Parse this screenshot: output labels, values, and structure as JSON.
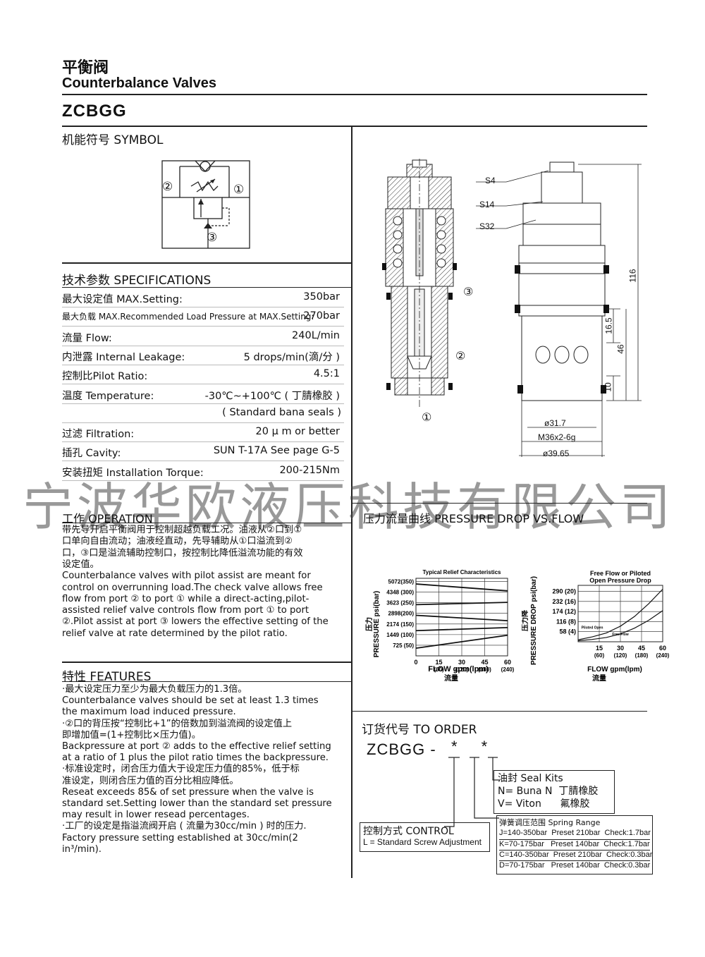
{
  "header": {
    "title_cn": "平衡阀",
    "title_en": "Counterbalance Valves",
    "model": "ZCBGG"
  },
  "symbol": {
    "heading": "机能符号 SYMBOL",
    "port1": "①",
    "port2": "②",
    "port3": "③"
  },
  "specs": {
    "heading": "技术参数 SPECIFICATIONS",
    "rows": [
      {
        "label": "最大设定值 MAX.Setting:",
        "value": "350bar"
      },
      {
        "label": "最大负载 MAX.Recommended Load Pressure at MAX.Setting:",
        "value": "270bar"
      },
      {
        "label": "流量 Flow:",
        "value": "240L/min"
      },
      {
        "label": "内泄露 Internal Leakage:",
        "value": "5 drops/min(滴/分 )"
      },
      {
        "label": "控制比Pilot Ratio:",
        "value": "4.5:1"
      },
      {
        "label": "温度 Temperature:",
        "value": "-30℃~+100℃ ( 丁腈橡胶 )"
      },
      {
        "label": "",
        "value": "( Standard bana seals )"
      },
      {
        "label": "过滤 Filtration:",
        "value": "20 μ m or better"
      },
      {
        "label": "插孔 Cavity:",
        "value": "SUN  T-17A See page G-5"
      },
      {
        "label": "安装扭矩 Installation Torque:",
        "value": "200-215Nm"
      }
    ]
  },
  "watermark": "宁波华欧液压科技有限公司",
  "operation": {
    "heading": "工作 OPERATION",
    "lines": [
      "带先导开启平衡阀用于控制超越负载工况。油液从②口到①",
      "口单向自由流动；油液经直动，先导辅助从①口溢流到②",
      "口，③口是溢流辅助控制口，按控制比降低溢流功能的有效",
      "设定值。",
      "Counterbalance valves with pilot assist are meant for",
      "control on overrunning load.The check valve allows free",
      "flow from port ② to port ①  while a direct-acting,pilot-",
      "assisted relief valve controls flow from port  ①  to port",
      "②.Pilot assist at port ③ lowers the effective setting of the",
      "relief valve at rate determined by the pilot ratio."
    ]
  },
  "features": {
    "heading": "特性 FEATURES",
    "lines": [
      "·最大设定压力至少为最大负载压力的1.3倍。",
      "Counterbalance valves should be set at least 1.3 times",
      "the maximum load induced pressure.",
      "·②口的背压按“控制比+1”的倍数加到溢流阀的设定值上",
      "即增加值=(1+控制比×压力值)。",
      "Backpressure at port ② adds to the effective relief setting",
      "at a ratio of 1 plus the pilot ratio times the backpressure.",
      "·标准设定时，闭合压力值大于设定压力值的85%，低于标",
      "准设定，则闭合压力值的百分比相应降低。",
      "Reseat exceeds 85& of set pressure when the valve is",
      "standard set.Setting lower than the standard set pressure",
      "may result in lower resead percentages.",
      "·工厂的设定是指溢流阀开启 ( 流量为30cc/min ) 时的压力.",
      "Factory  pressure  setting  established  at  30cc/min(2",
      "in³/min)."
    ]
  },
  "drawing": {
    "labels": [
      "S4",
      "S14",
      "S32",
      "116",
      "16.5",
      "46",
      "10",
      "ø31.7",
      "M36x2-6g",
      "ø39.65"
    ],
    "ports": [
      "③",
      "②",
      "①"
    ]
  },
  "pressure_drop": {
    "heading": "压力流量曲线 PRESSURE DROP VS.FLOW"
  },
  "chart_data": [
    {
      "type": "line",
      "title": "Typical Relief Characteristics",
      "ylabel_cn": "压力",
      "ylabel": "PRESSURE   psi(bar)",
      "xlabel": "FLOW gpm(lpm)",
      "xlabel_cn": "流量",
      "x_ticks": [
        "0",
        "15\n(60)",
        "30\n(120)",
        "45\n(180)",
        "60\n(240)"
      ],
      "y_ticks": [
        "725 (50)",
        "1449 (100)",
        "2174 (150)",
        "2898(200)",
        "3623 (250)",
        "4348 (300)",
        "5072(350)"
      ],
      "xlim": [
        0,
        60
      ],
      "ylim": [
        0,
        5072
      ],
      "series": [
        {
          "x": [
            0,
            60
          ],
          "y": [
            4700,
            4250
          ]
        },
        {
          "x": [
            0,
            60
          ],
          "y": [
            3350,
            3500
          ]
        },
        {
          "x": [
            0,
            60
          ],
          "y": [
            2650,
            2300
          ]
        },
        {
          "x": [
            0,
            60
          ],
          "y": [
            1650,
            1850
          ]
        },
        {
          "x": [
            0,
            60
          ],
          "y": [
            500,
            1350
          ]
        }
      ]
    },
    {
      "type": "line",
      "title": "Free Flow or Piloted Open Pressure Drop",
      "ylabel_cn": "压力降",
      "ylabel": "PRESSURE DROP psi(bar)",
      "xlabel": "FLOW gpm(lpm)",
      "xlabel_cn": "流量",
      "x_ticks": [
        "15\n(60)",
        "30\n(120)",
        "45\n(180)",
        "60\n(240)"
      ],
      "y_ticks": [
        "58 (4)",
        "116 (8)",
        "174 (12)",
        "232 (16)",
        "290 (20)"
      ],
      "xlim": [
        0,
        60
      ],
      "ylim": [
        0,
        290
      ],
      "series": [
        {
          "name": "Piloted Open",
          "x": [
            0,
            10,
            20,
            30,
            40,
            50,
            60
          ],
          "y": [
            10,
            25,
            45,
            80,
            130,
            195,
            270
          ]
        },
        {
          "name": "Free Flow",
          "x": [
            0,
            10,
            20,
            30,
            40,
            50,
            60
          ],
          "y": [
            5,
            12,
            22,
            40,
            70,
            110,
            160
          ]
        }
      ]
    }
  ],
  "order": {
    "heading": "订货代号 TO ORDER",
    "code": "ZCBGG -",
    "stars": "* *",
    "seal_title": "油封 Seal Kits",
    "seal_n": "N= Buna N  丁腈橡胶",
    "seal_v": "V= Viton      氟橡胶",
    "control_title": "控制方式 CONTROL",
    "control_l": "L = Standard Screw Adjustment",
    "spring_title": "弹簧调压范围 Spring Range",
    "spring_rows": [
      "J=140-350bar  Preset 210bar  Check:1.7bar",
      "K=70-175bar   Preset 140bar  Check:1.7bar",
      "C=140-350bar  Preset 210bar  Check:0.3bar",
      "D=70-175bar   Preset 140bar  Check:0.3bar"
    ]
  }
}
